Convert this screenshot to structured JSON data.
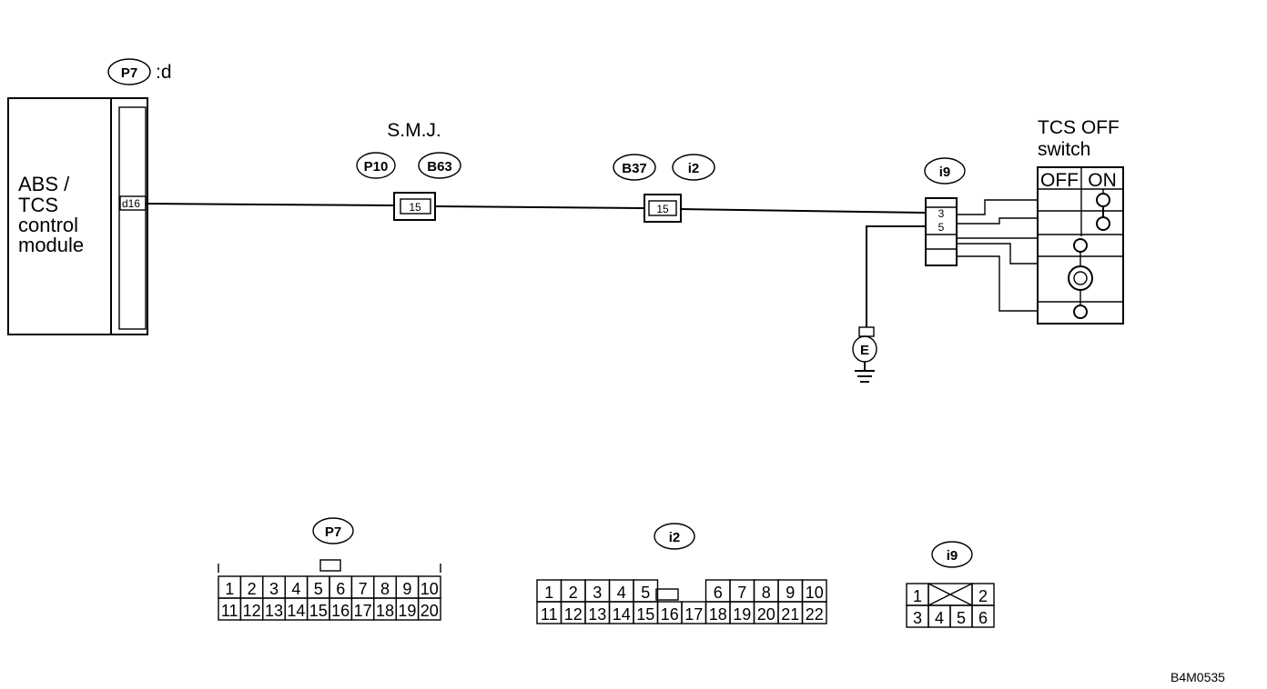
{
  "module": {
    "name_lines": [
      "ABS /",
      "TCS",
      "control",
      "module"
    ],
    "connector": "P7",
    "connector_suffix": ":d",
    "terminal": "d16"
  },
  "smj": {
    "label": "S.M.J.",
    "connectors": [
      "P10",
      "B63"
    ],
    "pin": "15"
  },
  "mid_joint": {
    "connectors": [
      "B37",
      "i2"
    ],
    "pin": "15"
  },
  "switch_connector": {
    "name": "i9",
    "pins": [
      "3",
      "5"
    ]
  },
  "switch": {
    "title_lines": [
      "TCS OFF",
      "switch"
    ],
    "states": [
      "OFF",
      "ON"
    ]
  },
  "ground": {
    "symbol": "E"
  },
  "connector_views": {
    "p7": {
      "label": "P7",
      "row1": [
        "1",
        "2",
        "3",
        "4",
        "5",
        "6",
        "7",
        "8",
        "9",
        "10"
      ],
      "row2": [
        "11",
        "12",
        "13",
        "14",
        "15",
        "16",
        "17",
        "18",
        "19",
        "20"
      ]
    },
    "i2": {
      "label": "i2",
      "row1": [
        "1",
        "2",
        "3",
        "4",
        "5",
        "6",
        "7",
        "8",
        "9",
        "10"
      ],
      "row2": [
        "11",
        "12",
        "13",
        "14",
        "15",
        "16",
        "17",
        "18",
        "19",
        "20",
        "21",
        "22"
      ]
    },
    "i9": {
      "label": "i9",
      "row1": [
        "1",
        "2"
      ],
      "row2": [
        "3",
        "4",
        "5",
        "6"
      ]
    }
  },
  "figure_code": "B4M0535"
}
